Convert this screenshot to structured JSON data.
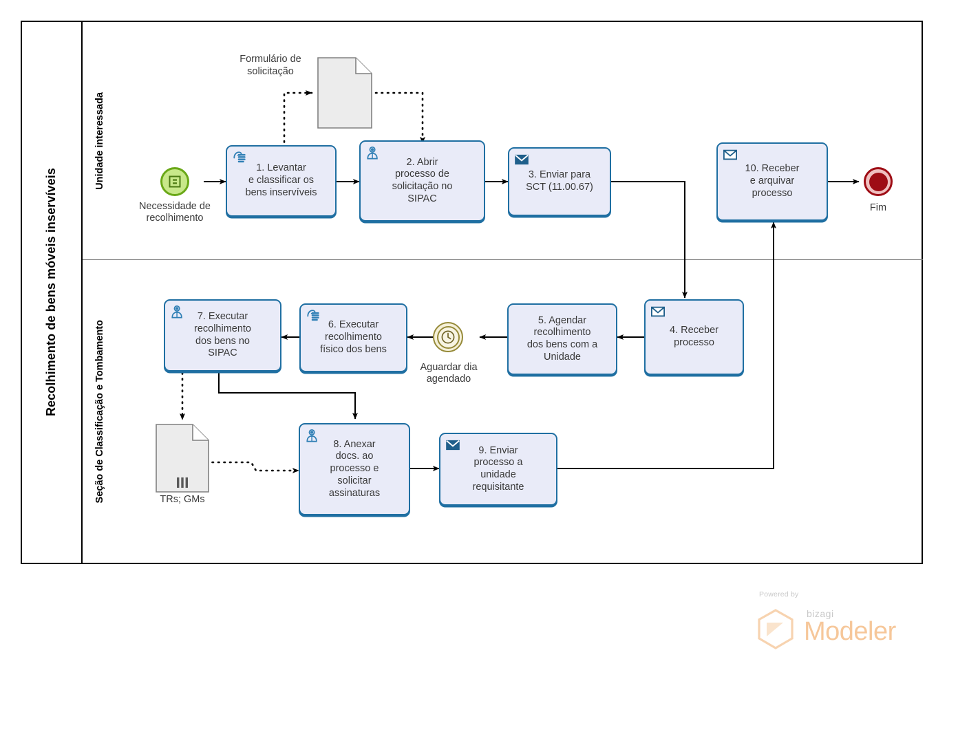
{
  "pool": {
    "title": "Recolhimento de bens móveis inservíveis"
  },
  "lanes": [
    {
      "id": "lane-unidade",
      "label": "Unidade interessada"
    },
    {
      "id": "lane-sct",
      "label": "Seção de Classificação e Tombamento"
    }
  ],
  "events": {
    "start": {
      "name": "start-event",
      "caption": "Necessidade de\nrecolhimento",
      "icon": "form-start-icon",
      "fill": "#c8e88a",
      "stroke": "#6aa818"
    },
    "end": {
      "name": "end-event",
      "caption": "Fim",
      "fill": "#9e0d15",
      "stroke": "#9e0d15"
    },
    "timer": {
      "name": "timer-intermediate-event",
      "caption": "Aguardar dia\nagendado",
      "icon": "clock-icon",
      "stroke": "#968a39"
    }
  },
  "tasks": [
    {
      "id": "task-1",
      "label": "1. Levantar\ne classificar os\nbens inservíveis",
      "icon": "manual-task-hand-icon",
      "lane": "lane-unidade"
    },
    {
      "id": "task-2",
      "label": "2. Abrir\nprocesso de\nsolicitação no\nSIPAC",
      "icon": "user-task-person-icon",
      "lane": "lane-unidade"
    },
    {
      "id": "task-3",
      "label": "3. Enviar para\nSCT (11.00.67)",
      "icon": "send-task-envelope-icon",
      "lane": "lane-unidade"
    },
    {
      "id": "task-10",
      "label": "10. Receber\ne arquivar\nprocesso",
      "icon": "receive-task-envelope-icon",
      "lane": "lane-unidade"
    },
    {
      "id": "task-4",
      "label": "4. Receber\nprocesso",
      "icon": "receive-task-envelope-icon",
      "lane": "lane-sct"
    },
    {
      "id": "task-5",
      "label": "5. Agendar\nrecolhimento\ndos bens com a\nUnidade",
      "icon": "none",
      "lane": "lane-sct"
    },
    {
      "id": "task-6",
      "label": "6. Executar\nrecolhimento\nfísico dos bens",
      "icon": "manual-task-hand-icon",
      "lane": "lane-sct"
    },
    {
      "id": "task-7",
      "label": "7. Executar\nrecolhimento\ndos bens no\nSIPAC",
      "icon": "user-task-person-icon",
      "lane": "lane-sct"
    },
    {
      "id": "task-8",
      "label": "8. Anexar\ndocs. ao\nprocesso e\nsolicitar\nassinaturas",
      "icon": "user-task-person-icon",
      "lane": "lane-sct"
    },
    {
      "id": "task-9",
      "label": "9. Enviar\nprocesso a\nunidade\nrequisitante",
      "icon": "send-task-envelope-icon",
      "lane": "lane-sct"
    }
  ],
  "data_objects": [
    {
      "id": "data-formulario",
      "label": "Formulário de\nsolicitação",
      "kind": "document",
      "fill": "#ececec",
      "stroke": "#808080"
    },
    {
      "id": "data-trs-gms",
      "label": "TRs; GMs",
      "kind": "collection",
      "fill": "#ececec",
      "stroke": "#808080"
    }
  ],
  "watermark": {
    "powered_by": "Powered by",
    "brand": "bizagi",
    "product": "Modeler",
    "color": "#f6c79a"
  },
  "colors": {
    "task_fill": "#e9ebf8",
    "task_stroke": "#1f6fa2",
    "text": "#3a3a3a",
    "flow": "#000000",
    "lane_border": "#000000"
  }
}
